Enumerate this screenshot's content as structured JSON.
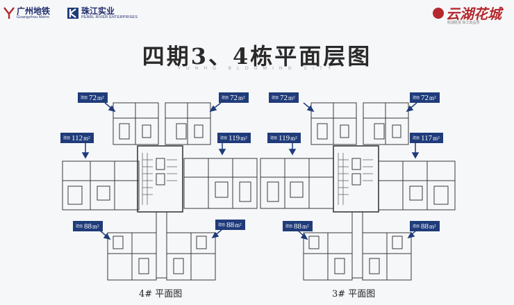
{
  "header": {
    "metro": {
      "name": "广州地铁",
      "sub": "Guangzhou Metro"
    },
    "zhujiang": {
      "name": "珠江实业",
      "sub": "PEARL RIVER ENTERPRISES"
    },
    "project": {
      "name": "云湖花城",
      "sub": "昭湖胜境 珠江高品质"
    }
  },
  "title": "四期3、4栋平面层图",
  "subtitle": "YUNHU BLOOMING CITY",
  "area_prefix": "建面",
  "area_unit": "m²",
  "left_plan": {
    "caption": "4# 平面图",
    "areas": {
      "top_left": "72",
      "top_right": "72",
      "mid_left": "112",
      "mid_right": "119",
      "bottom_left": "88",
      "bottom_right": "88"
    }
  },
  "right_plan": {
    "caption": "3# 平面图",
    "areas": {
      "top_left": "72",
      "top_right": "72",
      "mid_left": "119",
      "mid_right": "117",
      "bottom_left": "88",
      "bottom_right": "88"
    }
  },
  "colors": {
    "tag_bg": "#1f3b7a",
    "accent_red": "#b5282d",
    "line": "#3a3a3a"
  }
}
